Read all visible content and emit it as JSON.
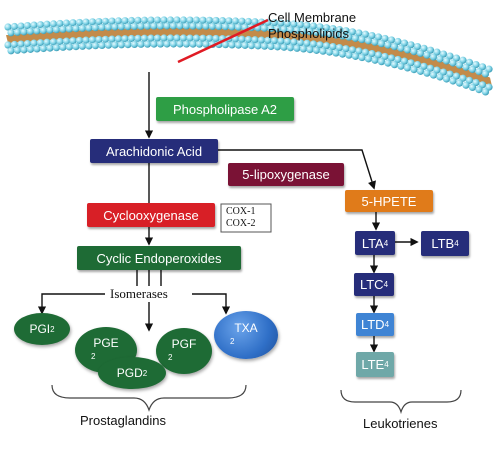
{
  "membrane": {
    "label_line1": "Cell Membrane",
    "label_line2": "Phospholipids",
    "colors": {
      "head": "#7fd3e6",
      "tail": "#b8772a",
      "pointer": "#e01b24"
    }
  },
  "enzymes": {
    "pla2": "Phospholipase A2",
    "lox5": "5-lipoxygenase",
    "cox": "Cyclooxygenase",
    "cox1": "COX-1",
    "cox2": "COX-2",
    "isomerases": "Isomerases"
  },
  "metabolites": {
    "arachidonic_acid": "Arachidonic Acid",
    "hpete": "5-HPETE",
    "endoperoxides": "Cyclic Endoperoxides"
  },
  "prostaglandins": {
    "pgi": {
      "name": "PGI",
      "sub": "2"
    },
    "pge": {
      "name": "PGE",
      "sub": "2"
    },
    "pgf": {
      "name": "PGF",
      "sub": "2"
    },
    "pgd": {
      "name": "PGD",
      "sub": "2"
    },
    "txa": {
      "name": "TXA",
      "sub": "2"
    },
    "group_label": "Prostaglandins"
  },
  "leukotrienes": {
    "lta": {
      "name": "LTA",
      "sub": "4"
    },
    "ltb": {
      "name": "LTB",
      "sub": "4"
    },
    "ltc": {
      "name": "LTC",
      "sub": "4"
    },
    "ltd": {
      "name": "LTD",
      "sub": "4"
    },
    "lte": {
      "name": "LTE",
      "sub": "4"
    },
    "group_label": "Leukotrienes"
  },
  "colors": {
    "green": "#2e9e45",
    "navy": "#262d7a",
    "maroon": "#7a1235",
    "red": "#d81f26",
    "orange": "#e07b1a",
    "dark_green": "#1e6b35",
    "blue": "#2f6fc7",
    "ltd_blue": "#3f84d4",
    "teal": "#6fa8a8"
  }
}
